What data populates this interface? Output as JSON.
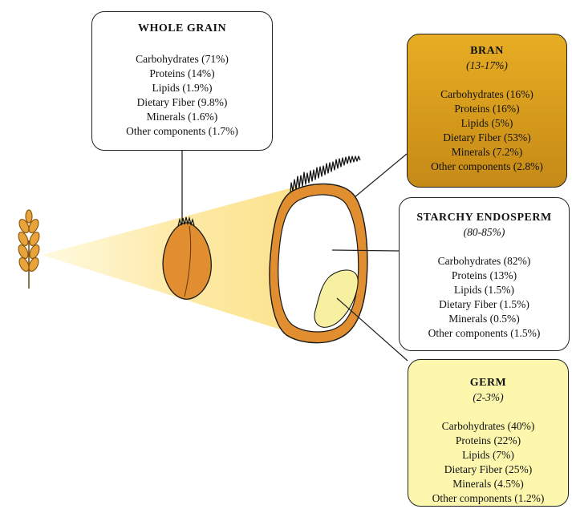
{
  "whole_grain": {
    "title": "WHOLE GRAIN",
    "items": [
      "Carbohydrates (71%)",
      "Proteins (14%)",
      "Lipids (1.9%)",
      "Dietary Fiber (9.8%)",
      "Minerals (1.6%)",
      "Other components (1.7%)"
    ]
  },
  "bran": {
    "title": "BRAN",
    "range": "(13-17%)",
    "items": [
      "Carbohydrates (16%)",
      "Proteins (16%)",
      "Lipids (5%)",
      "Dietary Fiber (53%)",
      "Minerals (7.2%)",
      "Other components (2.8%)"
    ],
    "color": "#d99e1e"
  },
  "endosperm": {
    "title": "STARCHY ENDOSPERM",
    "range": "(80-85%)",
    "items": [
      "Carbohydrates (82%)",
      "Proteins (13%)",
      "Lipids (1.5%)",
      "Dietary Fiber (1.5%)",
      "Minerals (0.5%)",
      "Other components (1.5%)"
    ],
    "color": "#ffffff"
  },
  "germ": {
    "title": "GERM",
    "range": "(2-3%)",
    "items": [
      "Carbohydrates (40%)",
      "Proteins (22%)",
      "Lipids (7%)",
      "Dietary Fiber (25%)",
      "Minerals (4.5%)",
      "Other components (1.2%)"
    ],
    "color": "#fdf7ae"
  },
  "colors": {
    "grain_orange": "#e08e30",
    "grain_outline": "#1a1a1a",
    "beam_yellow": "#fde9a0",
    "germ_yellow": "#f6f0a0"
  },
  "icons": {
    "wheat": "wheat-ear-icon",
    "kernel": "wheat-kernel-icon",
    "cross_section": "kernel-cross-section-icon"
  }
}
